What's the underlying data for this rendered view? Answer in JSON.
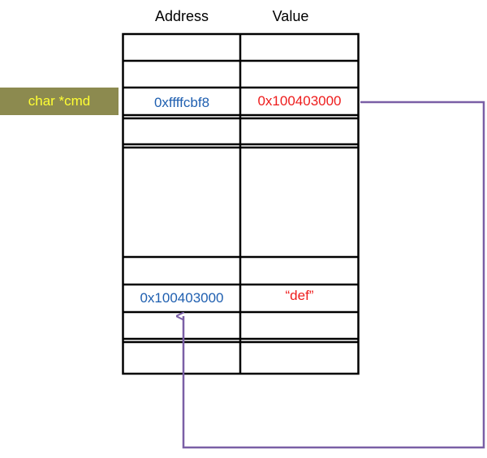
{
  "headers": {
    "address": "Address",
    "value": "Value"
  },
  "variable": {
    "label": "char *cmd"
  },
  "cells": {
    "pointer_address": "0xffffcbf8",
    "pointer_value": "0x100403000",
    "string_address": "0x100403000",
    "string_value": "“def”"
  },
  "colors": {
    "address_text": "#1f5fb0",
    "value_text": "#ee1c1c",
    "label_bg": "#8c8a4f",
    "label_text": "#ffff33",
    "arrow": "#7a5fa6"
  }
}
